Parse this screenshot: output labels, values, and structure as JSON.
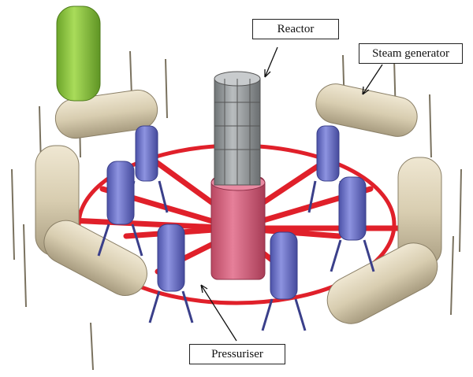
{
  "labels": {
    "reactor": "Reactor",
    "steam_generator": "Steam generator",
    "pressuriser": "Pressuriser"
  },
  "colors": {
    "reactor_core": "#8f9496",
    "reactor_vessel": "#d9647e",
    "pipes": "#e0202a",
    "pumps": "#6b71c8",
    "steam_generators": "#d8cdb0",
    "pressuriser_tank": "#8cc63f",
    "posts": "#9c9280"
  }
}
